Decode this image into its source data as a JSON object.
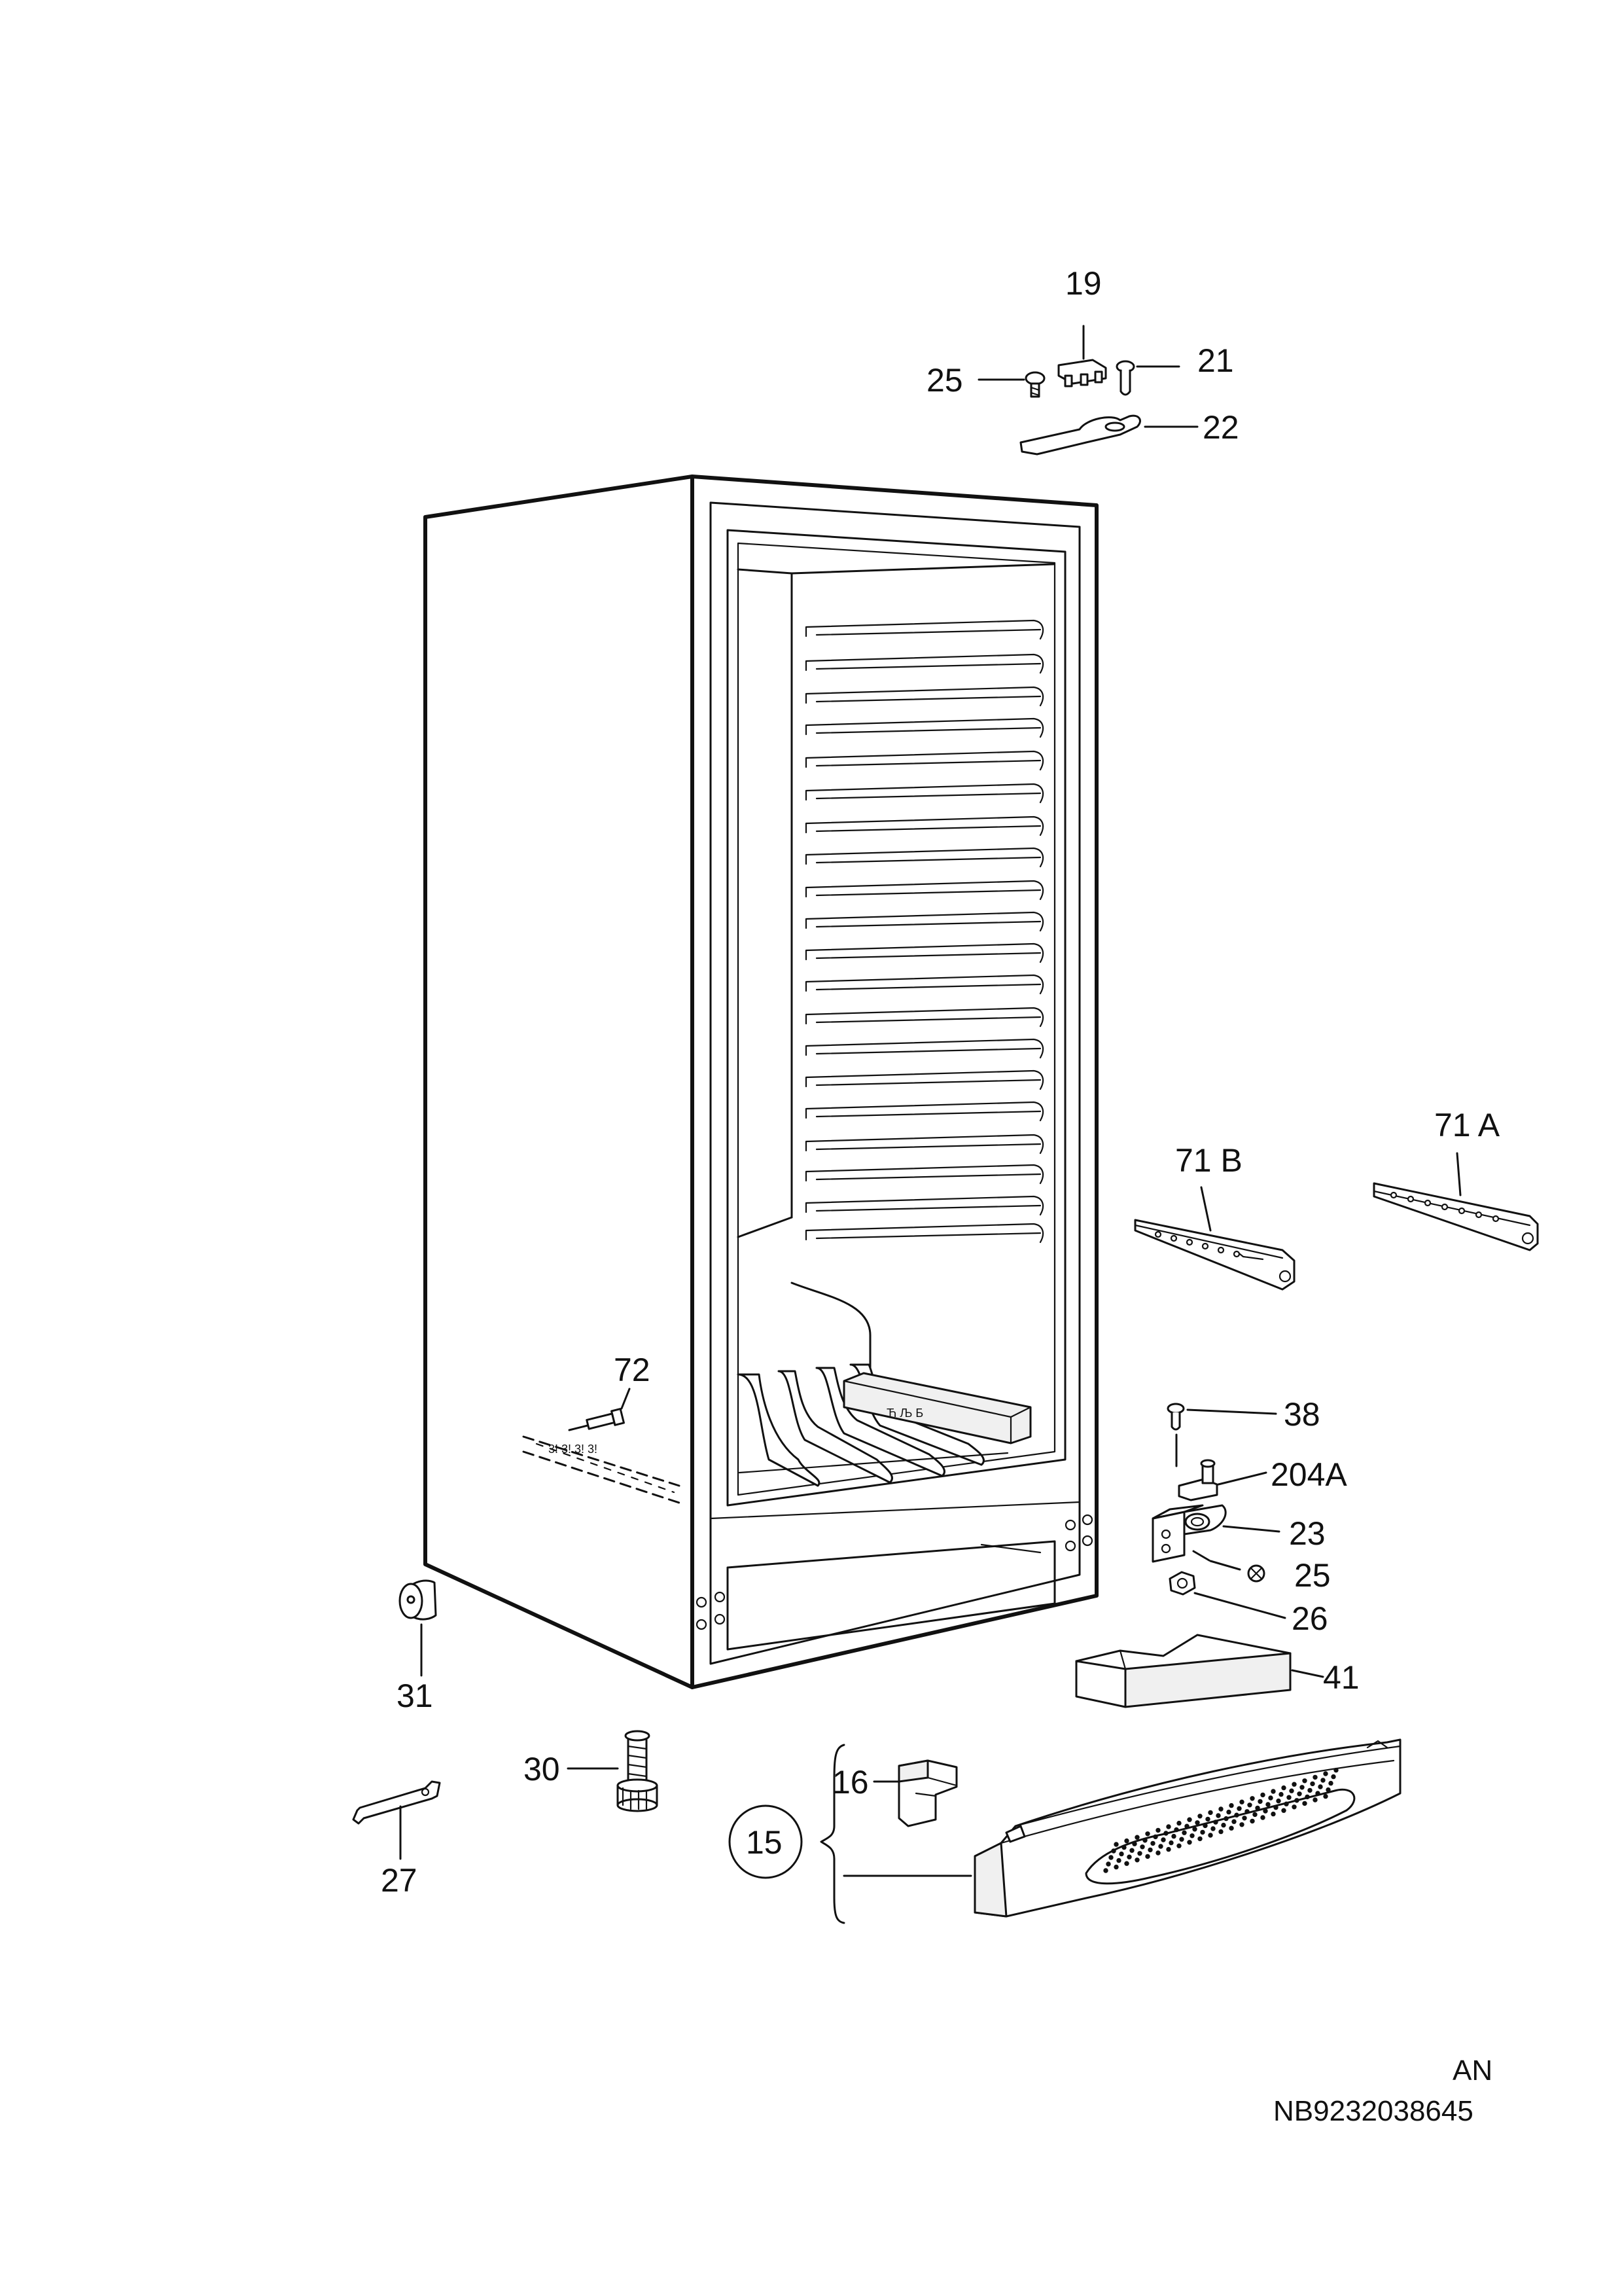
{
  "parts": [
    {
      "id": "p19",
      "label": "19",
      "name": "hinge-cover-top"
    },
    {
      "id": "p21",
      "label": "21",
      "name": "hinge-pin-top"
    },
    {
      "id": "p25a",
      "label": "25",
      "name": "screw-top"
    },
    {
      "id": "p22",
      "label": "22",
      "name": "hinge-bracket-top"
    },
    {
      "id": "p71A",
      "label": "71 A",
      "name": "drawer-rail-right"
    },
    {
      "id": "p71B",
      "label": "71 B",
      "name": "drawer-rail-left"
    },
    {
      "id": "p72",
      "label": "72",
      "name": "rail-screw"
    },
    {
      "id": "p38",
      "label": "38",
      "name": "hinge-screw-bottom"
    },
    {
      "id": "p204A",
      "label": "204A",
      "name": "hinge-pin-bottom"
    },
    {
      "id": "p23",
      "label": "23",
      "name": "hinge-bracket-bottom"
    },
    {
      "id": "p25b",
      "label": "25",
      "name": "screw-bottom"
    },
    {
      "id": "p26",
      "label": "26",
      "name": "hex-nut"
    },
    {
      "id": "p41",
      "label": "41",
      "name": "foam-block"
    },
    {
      "id": "p31",
      "label": "31",
      "name": "roller-wheel"
    },
    {
      "id": "p30",
      "label": "30",
      "name": "adjustable-foot"
    },
    {
      "id": "p27",
      "label": "27",
      "name": "spanner-tool"
    },
    {
      "id": "p16",
      "label": "16",
      "name": "plinth-clip"
    },
    {
      "id": "p15",
      "label": "15",
      "name": "plinth-assembly"
    }
  ],
  "footer": {
    "language_code": "AN",
    "document_number": "NB9232038645"
  }
}
